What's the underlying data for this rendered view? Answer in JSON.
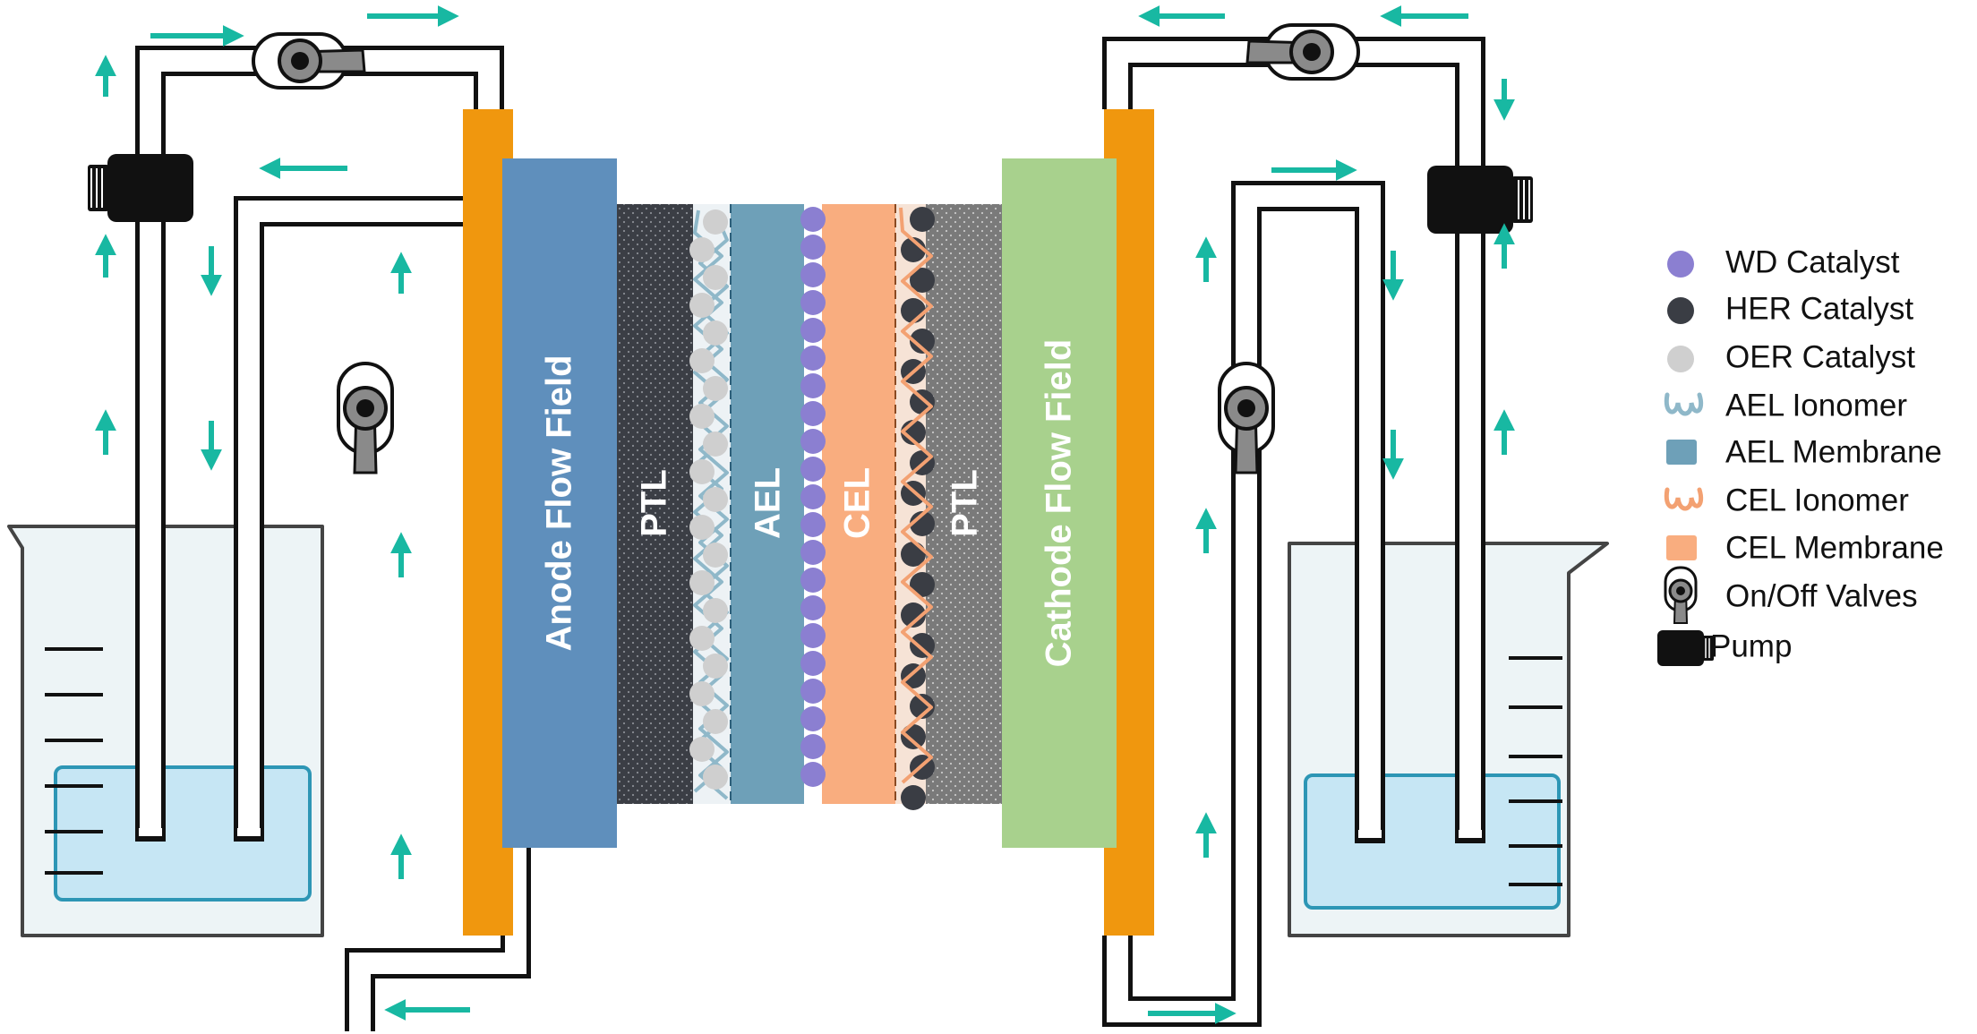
{
  "colors": {
    "anode_flow_field": "#5f8fbc",
    "cathode_flow_field": "#a8d18d",
    "ptl_anode": "#3b3e45",
    "ptl_cathode": "#7a7a7a",
    "ael_membrane": "#6ea0b8",
    "cel_membrane": "#f9ad7f",
    "end_plate": "#f0970e",
    "arrow": "#18b8a2",
    "water": "#c6e6f4",
    "water_edge": "#2d96b5",
    "beaker": "#edf4f6",
    "wd_catalyst": "#8b7fd1",
    "her_catalyst": "#3a3d44",
    "oer_catalyst": "#cfcfcf",
    "ael_ionomer": "#8fb8c9",
    "cel_ionomer": "#f3a172",
    "pump": "#111111"
  },
  "labels": {
    "anode_flow_field": "Anode Flow Field",
    "cathode_flow_field": "Cathode Flow Field",
    "ptl_left": "PTL",
    "ael": "AEL",
    "cel": "CEL",
    "ptl_right": "PTL"
  },
  "legend": [
    {
      "icon": "wd-catalyst-icon",
      "label": "WD Catalyst"
    },
    {
      "icon": "her-catalyst-icon",
      "label": "HER Catalyst"
    },
    {
      "icon": "oer-catalyst-icon",
      "label": "OER Catalyst"
    },
    {
      "icon": "ael-ionomer-icon",
      "label": "AEL Ionomer"
    },
    {
      "icon": "ael-membrane-icon",
      "label": "AEL Membrane"
    },
    {
      "icon": "cel-ionomer-icon",
      "label": "CEL Ionomer"
    },
    {
      "icon": "cel-membrane-icon",
      "label": "CEL Membrane"
    },
    {
      "icon": "valve-icon",
      "label": "On/Off Valves"
    },
    {
      "icon": "pump-icon",
      "label": "Pump"
    }
  ]
}
